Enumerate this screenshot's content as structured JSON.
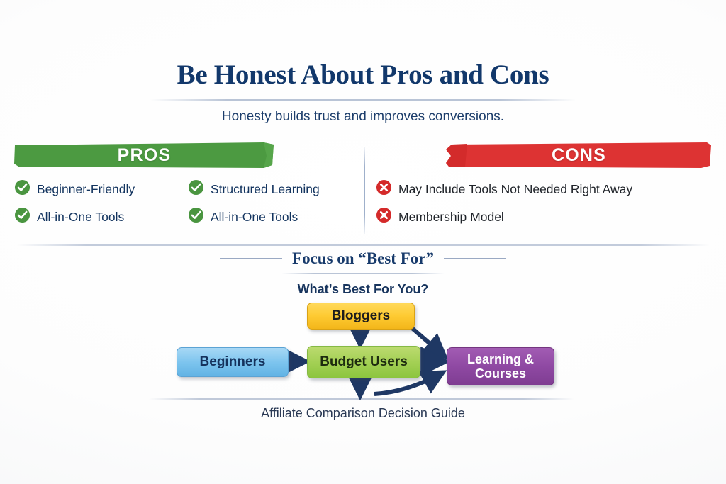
{
  "header": {
    "title": "Be Honest About Pros and Cons",
    "subtitle": "Honesty builds trust and improves conversions."
  },
  "pros": {
    "banner_label": "PROS",
    "banner_color": "#4c9a41",
    "icon": "check-circle-icon",
    "items": [
      "Beginner-Friendly",
      "Structured Learning",
      "All-in-One Tools",
      "All-in-One Tools"
    ]
  },
  "cons": {
    "banner_label": "CONS",
    "banner_color": "#dd3333",
    "icon": "x-circle-icon",
    "items": [
      "May Include Tools Not Needed Right Away",
      "Membership Model"
    ]
  },
  "focus": {
    "title": "Focus on “Best For”",
    "subtitle": "What’s Best For You?"
  },
  "diagram": {
    "caption": "Affiliate Comparison Decision Guide",
    "nodes": {
      "bloggers": {
        "label": "Bloggers",
        "color": "#fecb33"
      },
      "beginners": {
        "label": "Beginners",
        "color": "#7cc4ee"
      },
      "budget": {
        "label": "Budget Users",
        "color": "#a4d055"
      },
      "learning": {
        "label": "Learning &",
        "label2": "Courses",
        "color": "#8f49a3"
      }
    },
    "arrow_color": "#1f3864"
  },
  "chart_data": {
    "type": "diagram",
    "title": "Affiliate Comparison Decision Guide",
    "nodes": [
      {
        "id": "bloggers",
        "label": "Bloggers",
        "color": "#fecb33"
      },
      {
        "id": "beginners",
        "label": "Beginners",
        "color": "#7cc4ee"
      },
      {
        "id": "budget",
        "label": "Budget Users",
        "color": "#a4d055"
      },
      {
        "id": "learning",
        "label": "Learning & Courses",
        "color": "#8f49a3"
      }
    ],
    "edges": [
      {
        "from": "beginners",
        "to": "budget"
      },
      {
        "from": "bloggers",
        "to": "budget"
      },
      {
        "from": "bloggers",
        "to": "learning"
      },
      {
        "from": "budget",
        "to": "learning"
      },
      {
        "from": "budget",
        "to": "learning"
      }
    ]
  }
}
